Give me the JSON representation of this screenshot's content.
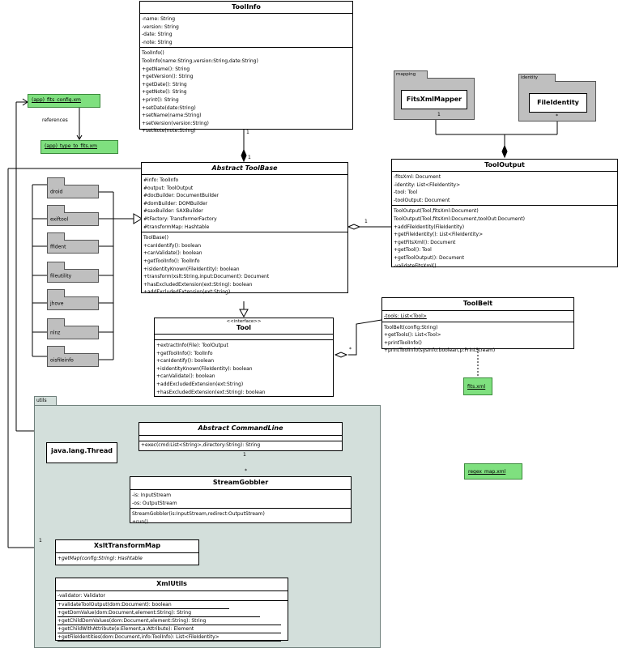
{
  "toolinfo": {
    "title": "ToolInfo",
    "attributes": [
      "-name: String",
      "-version: String",
      "-date: String",
      "-note: String"
    ],
    "methods": [
      "ToolInfo()",
      "ToolInfo(name:String,version:String,date:String)",
      "+getName(): String",
      "+getVersion(): String",
      "+getDate(): String",
      "+getNote(): String",
      "+print(): String",
      "+setDate(date:String)",
      "+setName(name:String)",
      "+setVersion(version:String)",
      "+setNote(note:String)"
    ]
  },
  "toolbase": {
    "title": "Abstract ToolBase",
    "attributes": [
      "#info: ToolInfo",
      "#output: ToolOutput",
      "#docBuilder: DocumentBuilder",
      "#domBuilder: DOMBuilder",
      "#saxBuilder: SAXBuilder",
      "#tFactory: TransformerFactory",
      "#transformMap: Hashtable"
    ],
    "methods": [
      "ToolBase()",
      "+canIdentify(): boolean",
      "+canValidate(): boolean",
      "+getToolInfo(): ToolInfo",
      "+isIdentityKnown(FileIdentity): boolean",
      "+transform(xslt:String,input:Document): Document",
      "+hasExcludedExtension(ext:String): boolean",
      "+addExcludedExtension(ext:String)"
    ]
  },
  "tooloutput": {
    "title": "ToolOutput",
    "attributes": [
      "-fitsXml: Document",
      "-identity: List<FileIdentity>",
      "-tool: Tool",
      "-toolOutput: Document"
    ],
    "methods": [
      "ToolOutput(Tool,fitsXml:Document)",
      "ToolOutput(Tool,fitsXml:Document,toolOut:Document)",
      "+addFileIdentity(FileIdentity)",
      "+getFileIdentity(): List<FileIdentity>",
      "+getFitsXml(): Document",
      "+getTool(): Tool",
      "+getToolOutput(): Document",
      "-validateFitsXml()"
    ]
  },
  "tool": {
    "stereotype": "<<interface>>",
    "title": "Tool",
    "methods": [
      "+extractInfo(File): ToolOutput",
      "+getToolInfo(): ToolInfo",
      "+canIdentify(): boolean",
      "+isIdentityKnown(FileIdentity): boolean",
      "+canValidate(): boolean",
      "+addExcludedExtension(ext:String)",
      "+hasExcludedExtension(ext:String): boolean"
    ]
  },
  "toolbelt": {
    "title": "ToolBelt",
    "attributes": [
      "-tools: List<Tool>"
    ],
    "methods": [
      "ToolBelt(config:String)",
      "+getTools(): List<Tool>",
      "+printToolInfo()",
      "+printToolInfo(sysInfo:boolean,p:PrintStream)"
    ]
  },
  "mapping_pkg": {
    "tab": "mapping",
    "class_name": "FitsXmlMapper"
  },
  "identity_pkg": {
    "tab": "identity",
    "class_name": "FileIdentity"
  },
  "notes": {
    "app_fits_config": "(app)_fits_config.xm",
    "app_type_to_fits": "(app)_type_to_fits.xm",
    "fits_xml": "fits.xml",
    "regex_map": "regex_map.xml"
  },
  "references_label": "references",
  "tool_packages": [
    "droid",
    "exiftool",
    "ffident",
    "fileutility",
    "jhove",
    "nlnz",
    "oisfileinfo"
  ],
  "utils": {
    "tab": "utils",
    "commandline": {
      "title": "Abstract CommandLine",
      "methods": [
        "+exec(cmd:List<String>,directory:String): String"
      ]
    },
    "thread": {
      "title": "java.lang.Thread"
    },
    "streamgobbler": {
      "title": "StreamGobbler",
      "attributes": [
        "-is: InputStream",
        "-os: OutputStream"
      ],
      "methods": [
        "StreamGobbler(is:InputStream,redirect:OutputStream)",
        "+run()"
      ]
    },
    "xslttransformmap": {
      "title": "XsltTransformMap",
      "methods": [
        "+getMap(config:String): Hashtable"
      ]
    },
    "xmlutils": {
      "title": "XmlUtils",
      "attributes": [
        "-validator: Validator"
      ],
      "methods": [
        "+validateToolOutput(dom:Document): boolean",
        "+getDomValue(dom:Document,element:String): String",
        "+getChildDomValues(dom:Document,element:String): String",
        "+getChildWithAttribute(e:Element,a:Attribute): Element",
        "+getFileIdentities(dom:Document,info:ToolInfo): List<FileIdentity>"
      ]
    }
  },
  "multiplicities": {
    "toolinfo_to_base_top": "1",
    "toolinfo_to_base_bottom": "1",
    "output_to_base": "1",
    "output_identity": "*",
    "output_mapper": "1",
    "toolbelt_tool": "*",
    "gobbler": "*",
    "commandline": "1",
    "xslt": "1"
  }
}
